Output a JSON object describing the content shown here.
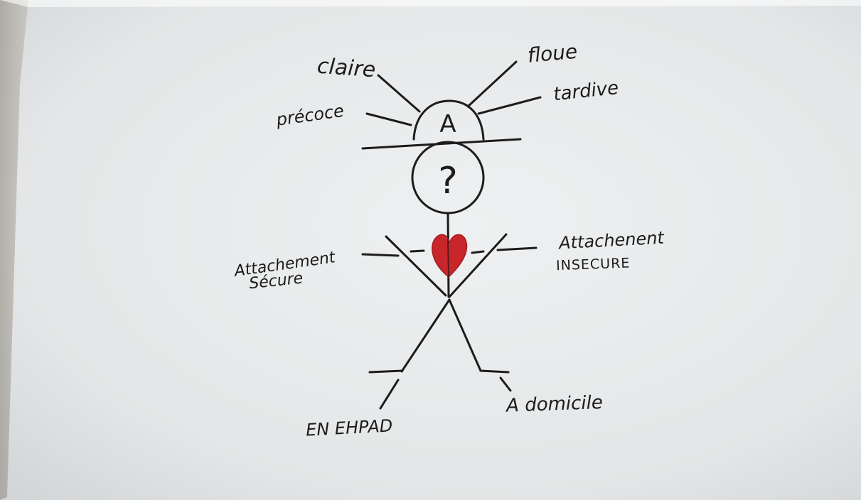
{
  "diagram": {
    "hat_letter": "A",
    "head_symbol": "?",
    "labels": {
      "claire": "claire",
      "floue": "floue",
      "precoce": "précoce",
      "tardive": "tardive",
      "attachement_secure_line1": "Attachement",
      "attachement_secure_line2": "Sécure",
      "attachement_insecure_line1": "Attachenent",
      "attachement_insecure_line2": "INSECURE",
      "en_ehpad": "EN EHPAD",
      "a_domicile": "A domicile"
    },
    "colors": {
      "ink": "#1c1c1c",
      "heart": "#c8262b",
      "paper": "#e8eaeb"
    }
  }
}
